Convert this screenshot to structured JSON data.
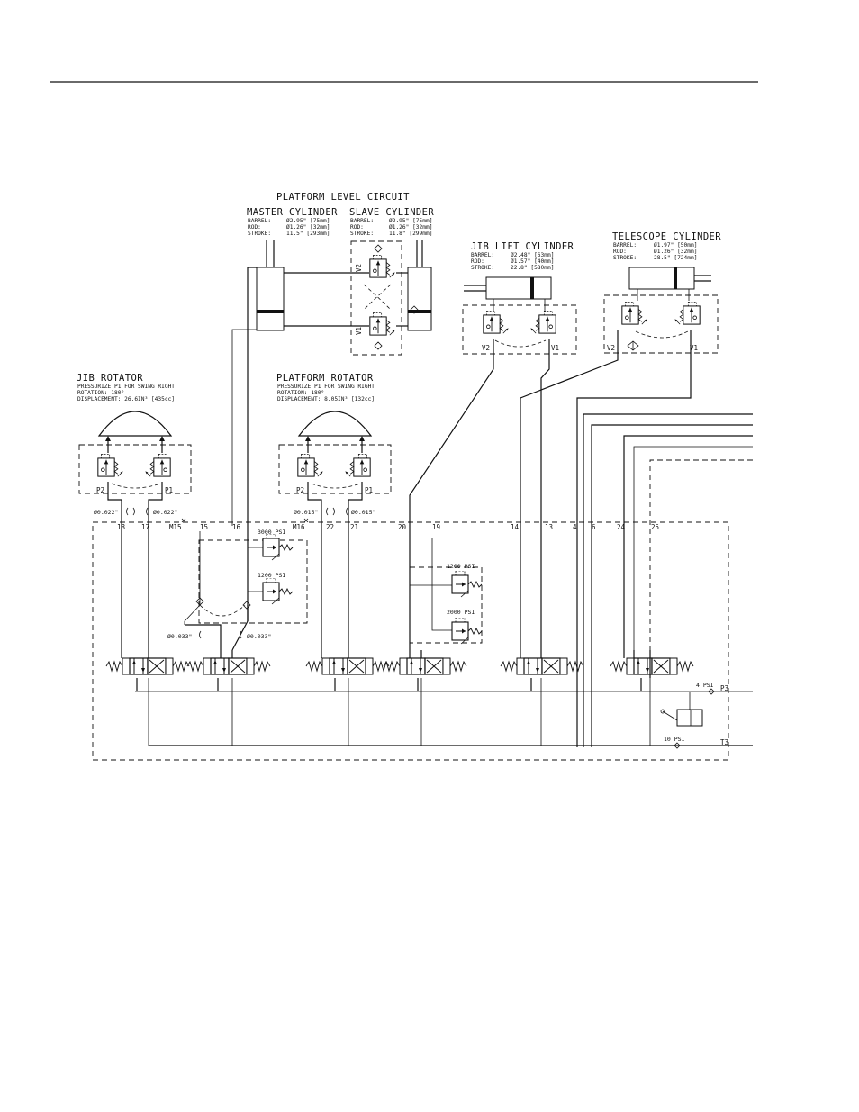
{
  "platform_level": {
    "title": "PLATFORM LEVEL CIRCUIT",
    "master": {
      "title": "MASTER CYLINDER",
      "lines": [
        "BARREL:",
        "ROD:",
        "STROKE:"
      ],
      "values": [
        "Ø2.95\" [75mm]",
        "Ø1.26\" [32mm]",
        "11.5\" [293mm]"
      ]
    },
    "slave": {
      "title": "SLAVE CYLINDER",
      "lines": [
        "BARREL:",
        "ROD:",
        "STROKE:"
      ],
      "values": [
        "Ø2.95\" [75mm]",
        "Ø1.26\" [32mm]",
        "11.8\" [299mm]"
      ]
    },
    "ports": [
      "V2",
      "V1"
    ]
  },
  "jib_lift": {
    "title": "JIB LIFT CYLINDER",
    "lines": [
      "BARREL:",
      "ROD:",
      "STROKE:"
    ],
    "values": [
      "Ø2.48\" [63mm]",
      "Ø1.57\" [40mm]",
      "22.8\" [580mm]"
    ],
    "ports": [
      "V2",
      "V1"
    ]
  },
  "telescope": {
    "title": "TELESCOPE CYLINDER",
    "lines": [
      "BARREL:",
      "ROD:",
      "STROKE:"
    ],
    "values": [
      "Ø1.97\" [50mm]",
      "Ø1.26\" [32mm]",
      "28.5\" [724mm]"
    ],
    "ports": [
      "V2",
      "V1"
    ]
  },
  "jib_rotator": {
    "title": "JIB ROTATOR",
    "lines": [
      "PRESSURIZE P1 FOR SWING RIGHT",
      "ROTATION: 180°",
      "DISPLACEMENT: 26.6IN³ [435cc]"
    ],
    "ports": [
      "P2",
      "P1"
    ]
  },
  "platform_rotator": {
    "title": "PLATFORM ROTATOR",
    "lines": [
      "PRESSURIZE P1 FOR SWING RIGHT",
      "ROTATION: 180°",
      "DISPLACEMENT: 8.05IN³ [132cc]"
    ],
    "ports": [
      "P2",
      "P1"
    ]
  },
  "orifices": {
    "jib_left": "Ø0.022\"",
    "jib_right": "Ø0.022\"",
    "plat_left": "Ø0.015\"",
    "plat_right": "Ø0.015\"",
    "level_left": "Ø0.033\"",
    "level_right": "Ø0.033\""
  },
  "manifold_ports": {
    "p18": "18",
    "p17": "17",
    "m15": "M15",
    "p15": "15",
    "p16": "16",
    "m16": "M16",
    "p22": "22",
    "p21": "21",
    "p20": "20",
    "p19": "19",
    "p14": "14",
    "p13": "13",
    "p4": "4",
    "p6": "6",
    "p24": "24",
    "p25": "25"
  },
  "relief_valves": {
    "rv1": "3000 PSI",
    "rv2": "1200 PSI",
    "rv3": "1200 PSI",
    "rv4": "2000 PSI"
  },
  "pressure_lines": {
    "p3_psi": "4 PSI",
    "p3": "P3",
    "t3_psi": "10 PSI",
    "t3": "T3"
  }
}
